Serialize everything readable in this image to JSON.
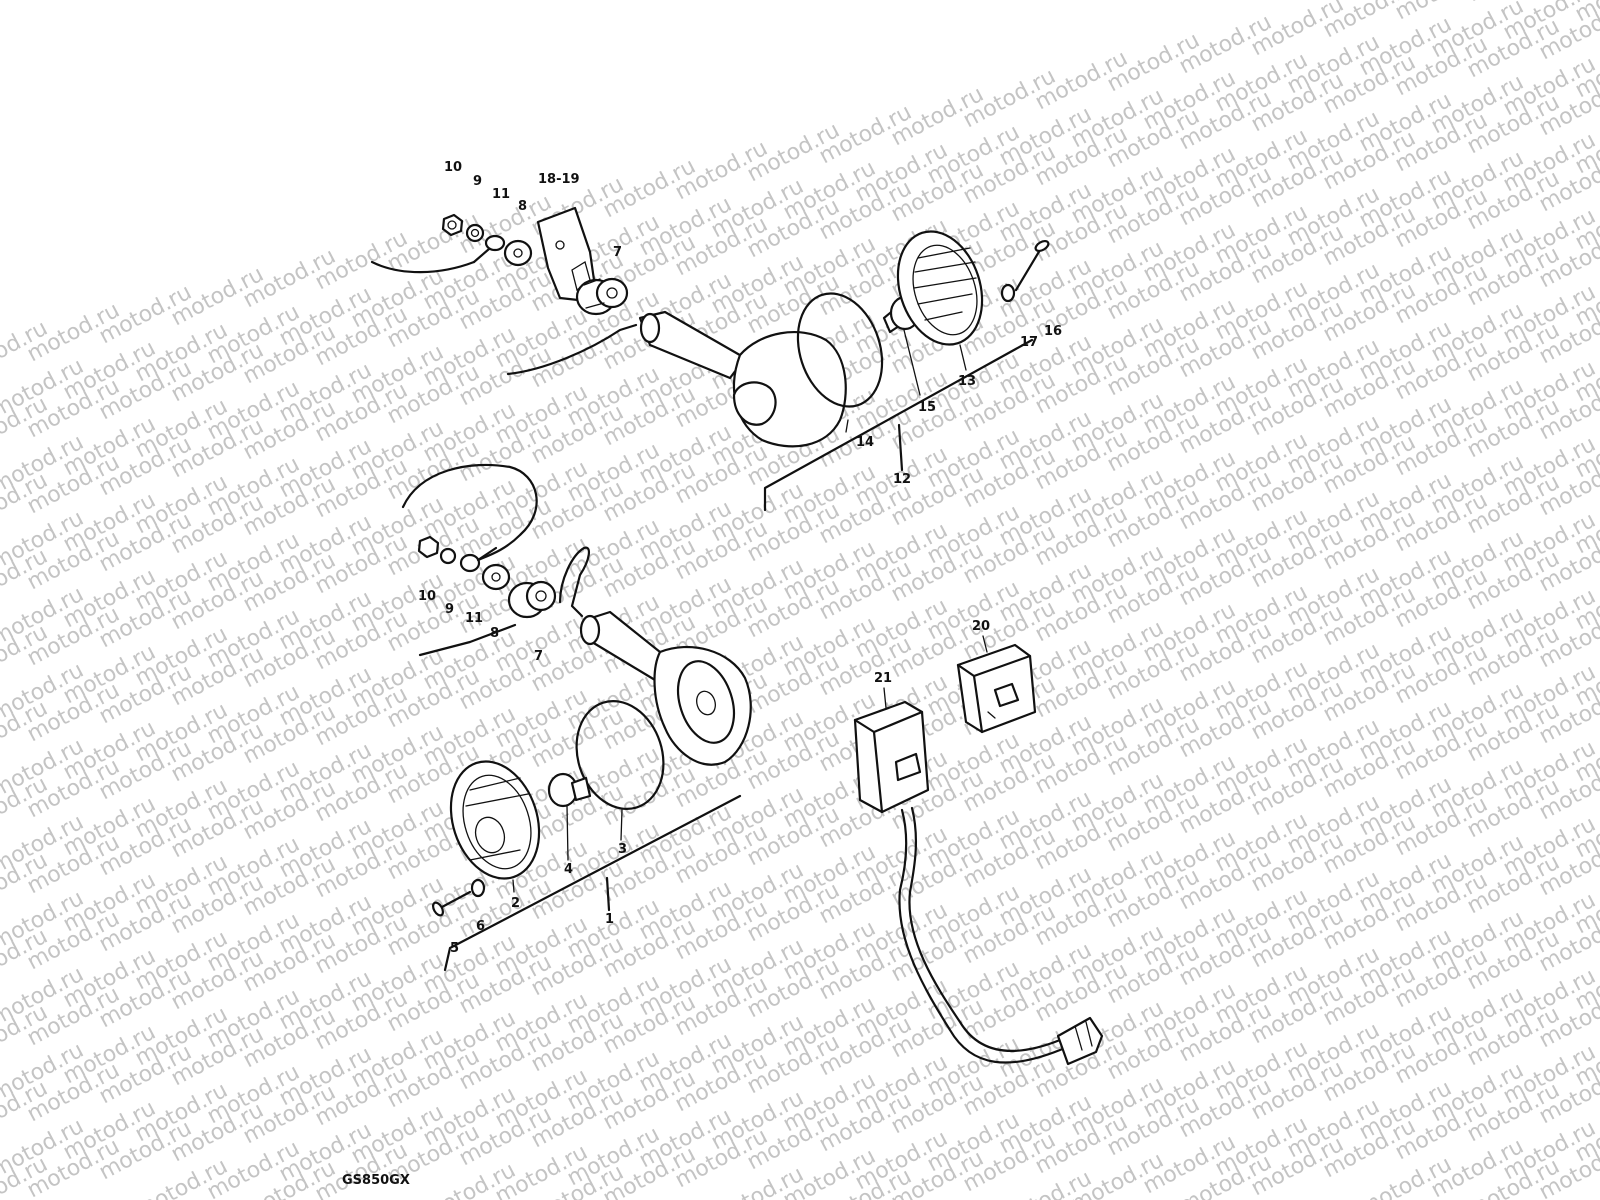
{
  "watermark": "motod.ru",
  "model_code": "GS850GX",
  "callouts": {
    "top": {
      "n10": "10",
      "n9": "9",
      "n11": "11",
      "n8": "8",
      "n18_19": "18-19",
      "n7": "7",
      "n14": "14",
      "n15": "15",
      "n13": "13",
      "n17": "17",
      "n16": "16",
      "n12": "12"
    },
    "bottom": {
      "n10": "10",
      "n9": "9",
      "n11": "11",
      "n8": "8",
      "n7": "7",
      "n3": "3",
      "n4": "4",
      "n2": "2",
      "n6": "6",
      "n5": "5",
      "n1": "1"
    },
    "relays": {
      "n20": "20",
      "n21": "21"
    }
  }
}
